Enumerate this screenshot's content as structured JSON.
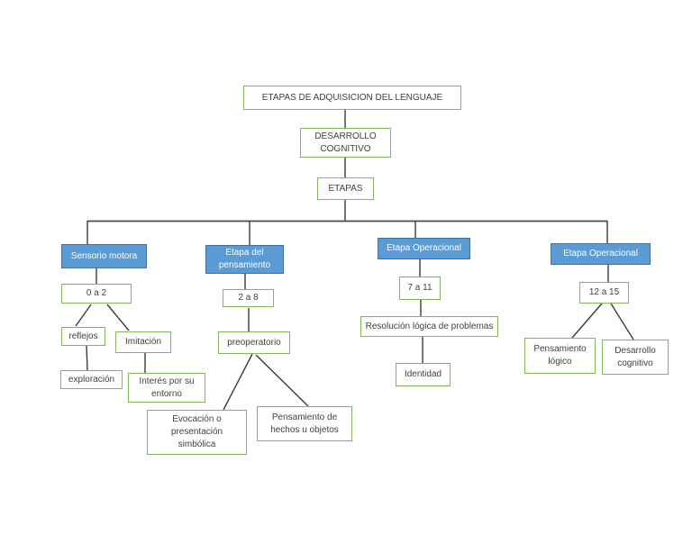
{
  "page": {
    "type": "concept-map",
    "background": "#ffffff"
  },
  "colors": {
    "node_border_green": "#86b45f",
    "node_fill": "#ffffff",
    "header_fill_blue": "#5b9bd5",
    "header_border_blue": "#41719c",
    "header_text": "#ffffff",
    "node_text": "#3f3f3f",
    "connector_line": "#3a3a3a"
  },
  "diagram": {
    "title": "ETAPAS DE ADQUISICION DEL LENGUAJE",
    "level2": "DESARROLLO\nCOGNITIVO",
    "level3": "ETAPAS",
    "branches": [
      {
        "header": "Sensorio motora",
        "age": "0 a 2",
        "nodes": [
          "reflejos",
          "Imitación",
          "exploración",
          "Interés por su\nentorno"
        ]
      },
      {
        "header": "Etapa del\npensamiento",
        "age": "2 a 8",
        "nodes": [
          "preoperatorio",
          "Evocación o\npresentación\nsimbólica",
          "Pensamiento de\nhechos u objetos"
        ]
      },
      {
        "header": "Etapa Operacional",
        "age": "7 a 11",
        "nodes": [
          "Resolución lógica de problemas",
          "Identidad"
        ]
      },
      {
        "header": "Etapa Operacional",
        "age": "12 a 15",
        "nodes": [
          "Pensamiento\nlógico",
          "Desarrollo\ncognitivo"
        ]
      }
    ]
  }
}
